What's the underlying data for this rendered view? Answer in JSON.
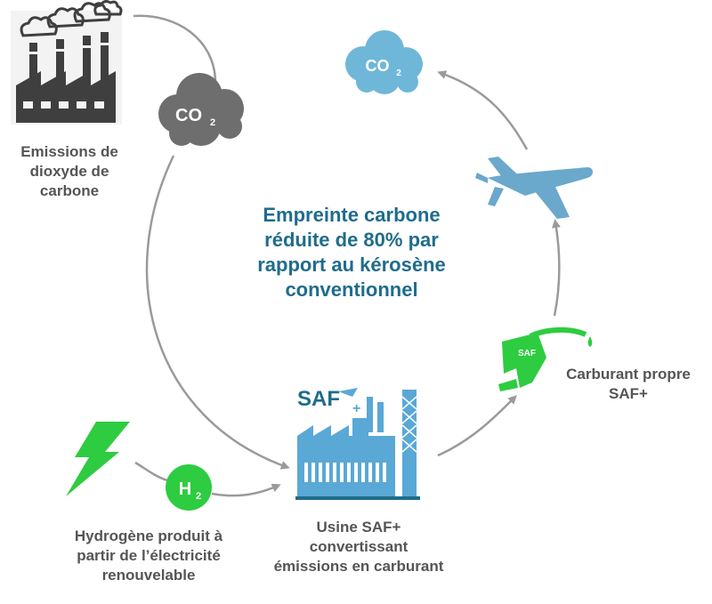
{
  "center_text": {
    "line1": "Empreinte carbone",
    "line2": "réduite de 80% par",
    "line3": "rapport au kérosène",
    "line4": "conventionnel"
  },
  "labels": {
    "emissions": [
      "Emissions de",
      "dioxyde de",
      "carbone"
    ],
    "hydrogen": [
      "Hydrogène produit à",
      "partir de l’électricité",
      "renouvelable"
    ],
    "plant": [
      "Usine SAF+",
      "convertissant",
      "émissions en carburant"
    ],
    "fuel": [
      "Carburant propre",
      "SAF+"
    ]
  },
  "badges": {
    "co2": "CO",
    "co2_sub": "2",
    "h2": "H",
    "h2_sub": "2",
    "plant_logo": "SAF",
    "plant_logo_plus": "+",
    "nozzle_logo": "SAF"
  },
  "colors": {
    "factory_gray": "#3f3f3f",
    "cloud_dark": "#6e6e6e",
    "cloud_light": "#6fb7d9",
    "plane_blue": "#6aa8cc",
    "plant_blue": "#5aa8d6",
    "plant_dark": "#1f6c8c",
    "green": "#2ecc40",
    "arrow_gray": "#9a9a9a",
    "center_text": "#1f6c8c",
    "label_text": "#555555"
  },
  "icons": [
    "factory-icon",
    "co2-cloud-icon",
    "lightning-icon",
    "h2-icon",
    "saf-plant-icon",
    "fuel-nozzle-icon",
    "airplane-icon"
  ]
}
